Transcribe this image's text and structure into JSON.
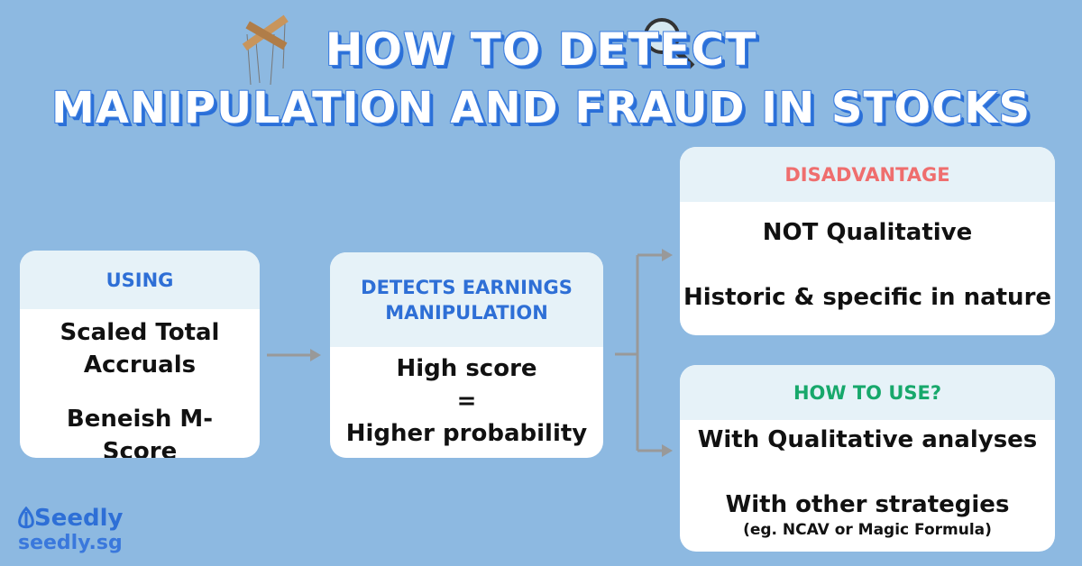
{
  "title": {
    "line1": "HOW TO DETECT",
    "line2": "MANIPULATION AND FRAUD IN STOCKS"
  },
  "using": {
    "header": "USING",
    "items": [
      "Scaled Total Accruals",
      "Beneish M-Score"
    ]
  },
  "detects": {
    "header": "DETECTS EARNINGS MANIPULATION",
    "lines": [
      "High score",
      "=",
      "Higher probability"
    ]
  },
  "disadvantage": {
    "header": "DISADVANTAGE",
    "items": [
      "NOT Qualitative",
      "Historic & specific in nature"
    ]
  },
  "how_to_use": {
    "header": "HOW TO USE?",
    "items": [
      "With Qualitative analyses",
      "With other strategies"
    ],
    "note": "(eg. NCAV or Magic Formula)"
  },
  "brand": {
    "name": "Seedly",
    "url": "seedly.sg"
  },
  "colors": {
    "background": "#8db9e1",
    "accent": "#2e6fd6",
    "disadvantage": "#ef6e6e",
    "how_to_use": "#17a86b"
  }
}
